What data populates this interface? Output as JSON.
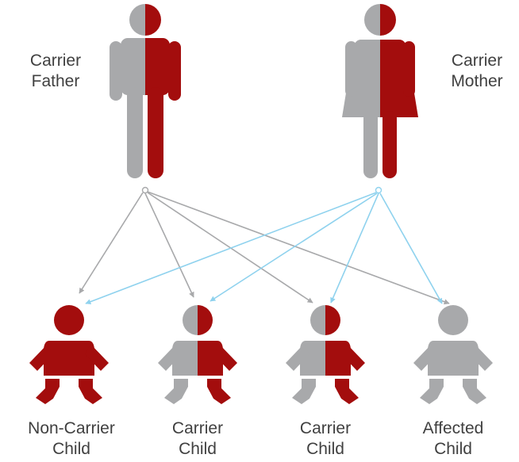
{
  "colors": {
    "red": "#a30d0d",
    "gray": "#a8a9ab",
    "father_arrows": "#a8a9ab",
    "mother_arrows": "#8fd2ee",
    "text": "#404040"
  },
  "parents": {
    "father": {
      "line1": "Carrier",
      "line2": "Father",
      "left_half": "gray",
      "right_half": "red",
      "icon": "male-figure-icon"
    },
    "mother": {
      "line1": "Carrier",
      "line2": "Mother",
      "left_half": "gray",
      "right_half": "red",
      "icon": "female-figure-icon"
    }
  },
  "children": [
    {
      "line1": "Non-Carrier",
      "line2": "Child",
      "left_half": "red",
      "right_half": "red",
      "icon": "baby-icon"
    },
    {
      "line1": "Carrier",
      "line2": "Child",
      "left_half": "gray",
      "right_half": "red",
      "icon": "baby-icon"
    },
    {
      "line1": "Carrier",
      "line2": "Child",
      "left_half": "gray",
      "right_half": "red",
      "icon": "baby-icon"
    },
    {
      "line1": "Affected",
      "line2": "Child",
      "left_half": "gray",
      "right_half": "gray",
      "icon": "baby-icon"
    }
  ]
}
